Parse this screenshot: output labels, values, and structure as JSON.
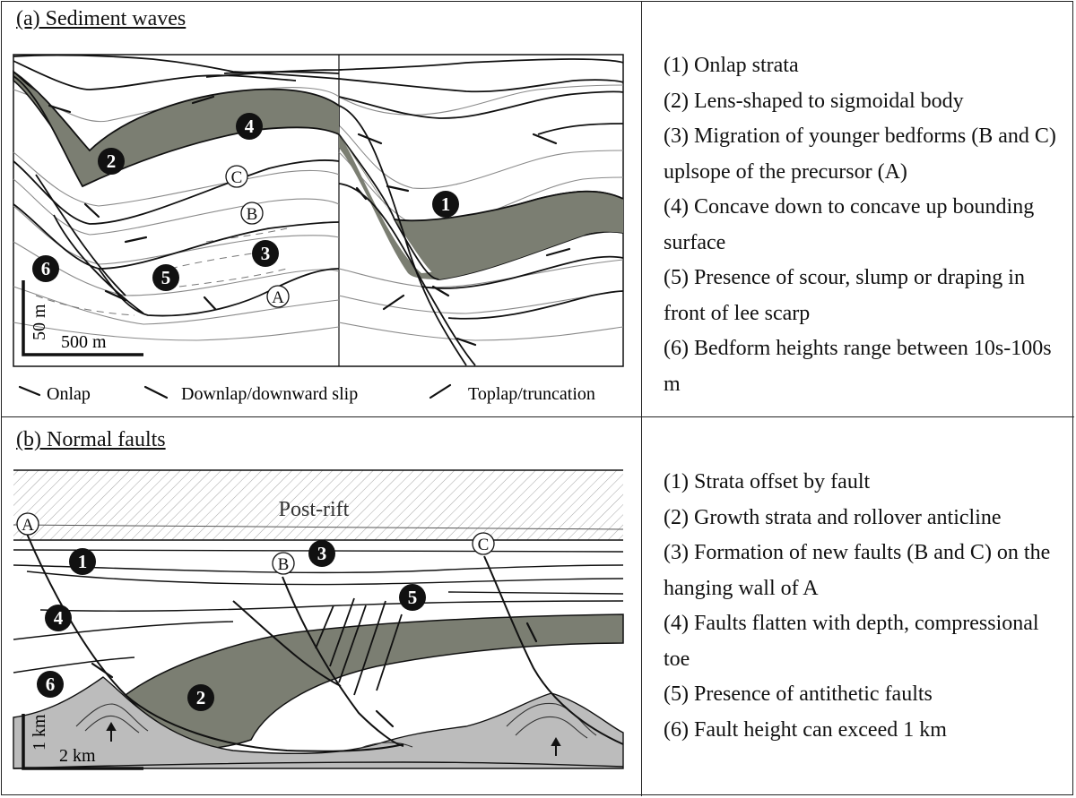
{
  "panels": {
    "a": {
      "title": "(a) Sediment waves",
      "descriptions": [
        "(1) Onlap strata",
        "(2) Lens-shaped to sigmoidal body",
        "(3) Migration of younger bedforms (B and C) uplsope of the precursor (A)",
        "(4) Concave down to concave up bounding surface",
        "(5) Presence of scour, slump or draping in front of lee scarp",
        "(6) Bedform heights range between 10s-100s m"
      ],
      "legend": {
        "onlap": "Onlap",
        "downlap": "Downlap/downward slip",
        "toplap": "Toplap/truncation"
      },
      "scale": {
        "vertical": "50 m",
        "horizontal": "500 m"
      },
      "markers": {
        "n1": "1",
        "n2": "2",
        "n3": "3",
        "n4": "4",
        "n5": "5",
        "n6": "6",
        "A": "A",
        "B": "B",
        "C": "C"
      }
    },
    "b": {
      "title": "(b) Normal faults",
      "descriptions": [
        "(1) Strata offset by fault",
        "(2) Growth strata and rollover anticline",
        "(3) Formation of new faults (B and C) on the hanging wall of A",
        "(4) Faults flatten with depth, compressional toe",
        "(5) Presence of antithetic faults",
        "(6) Fault height can exceed 1 km"
      ],
      "postrift_label": "Post-rift",
      "scale": {
        "vertical": "1 km",
        "horizontal": "2 km"
      },
      "markers": {
        "n1": "1",
        "n2": "2",
        "n3": "3",
        "n4": "4",
        "n5": "5",
        "n6": "6",
        "A": "A",
        "B": "B",
        "C": "C"
      }
    }
  },
  "colors": {
    "shaded_layer": "#7b7e72",
    "basement": "#bcbcbc",
    "line": "#111111",
    "faint_line": "#888888"
  }
}
